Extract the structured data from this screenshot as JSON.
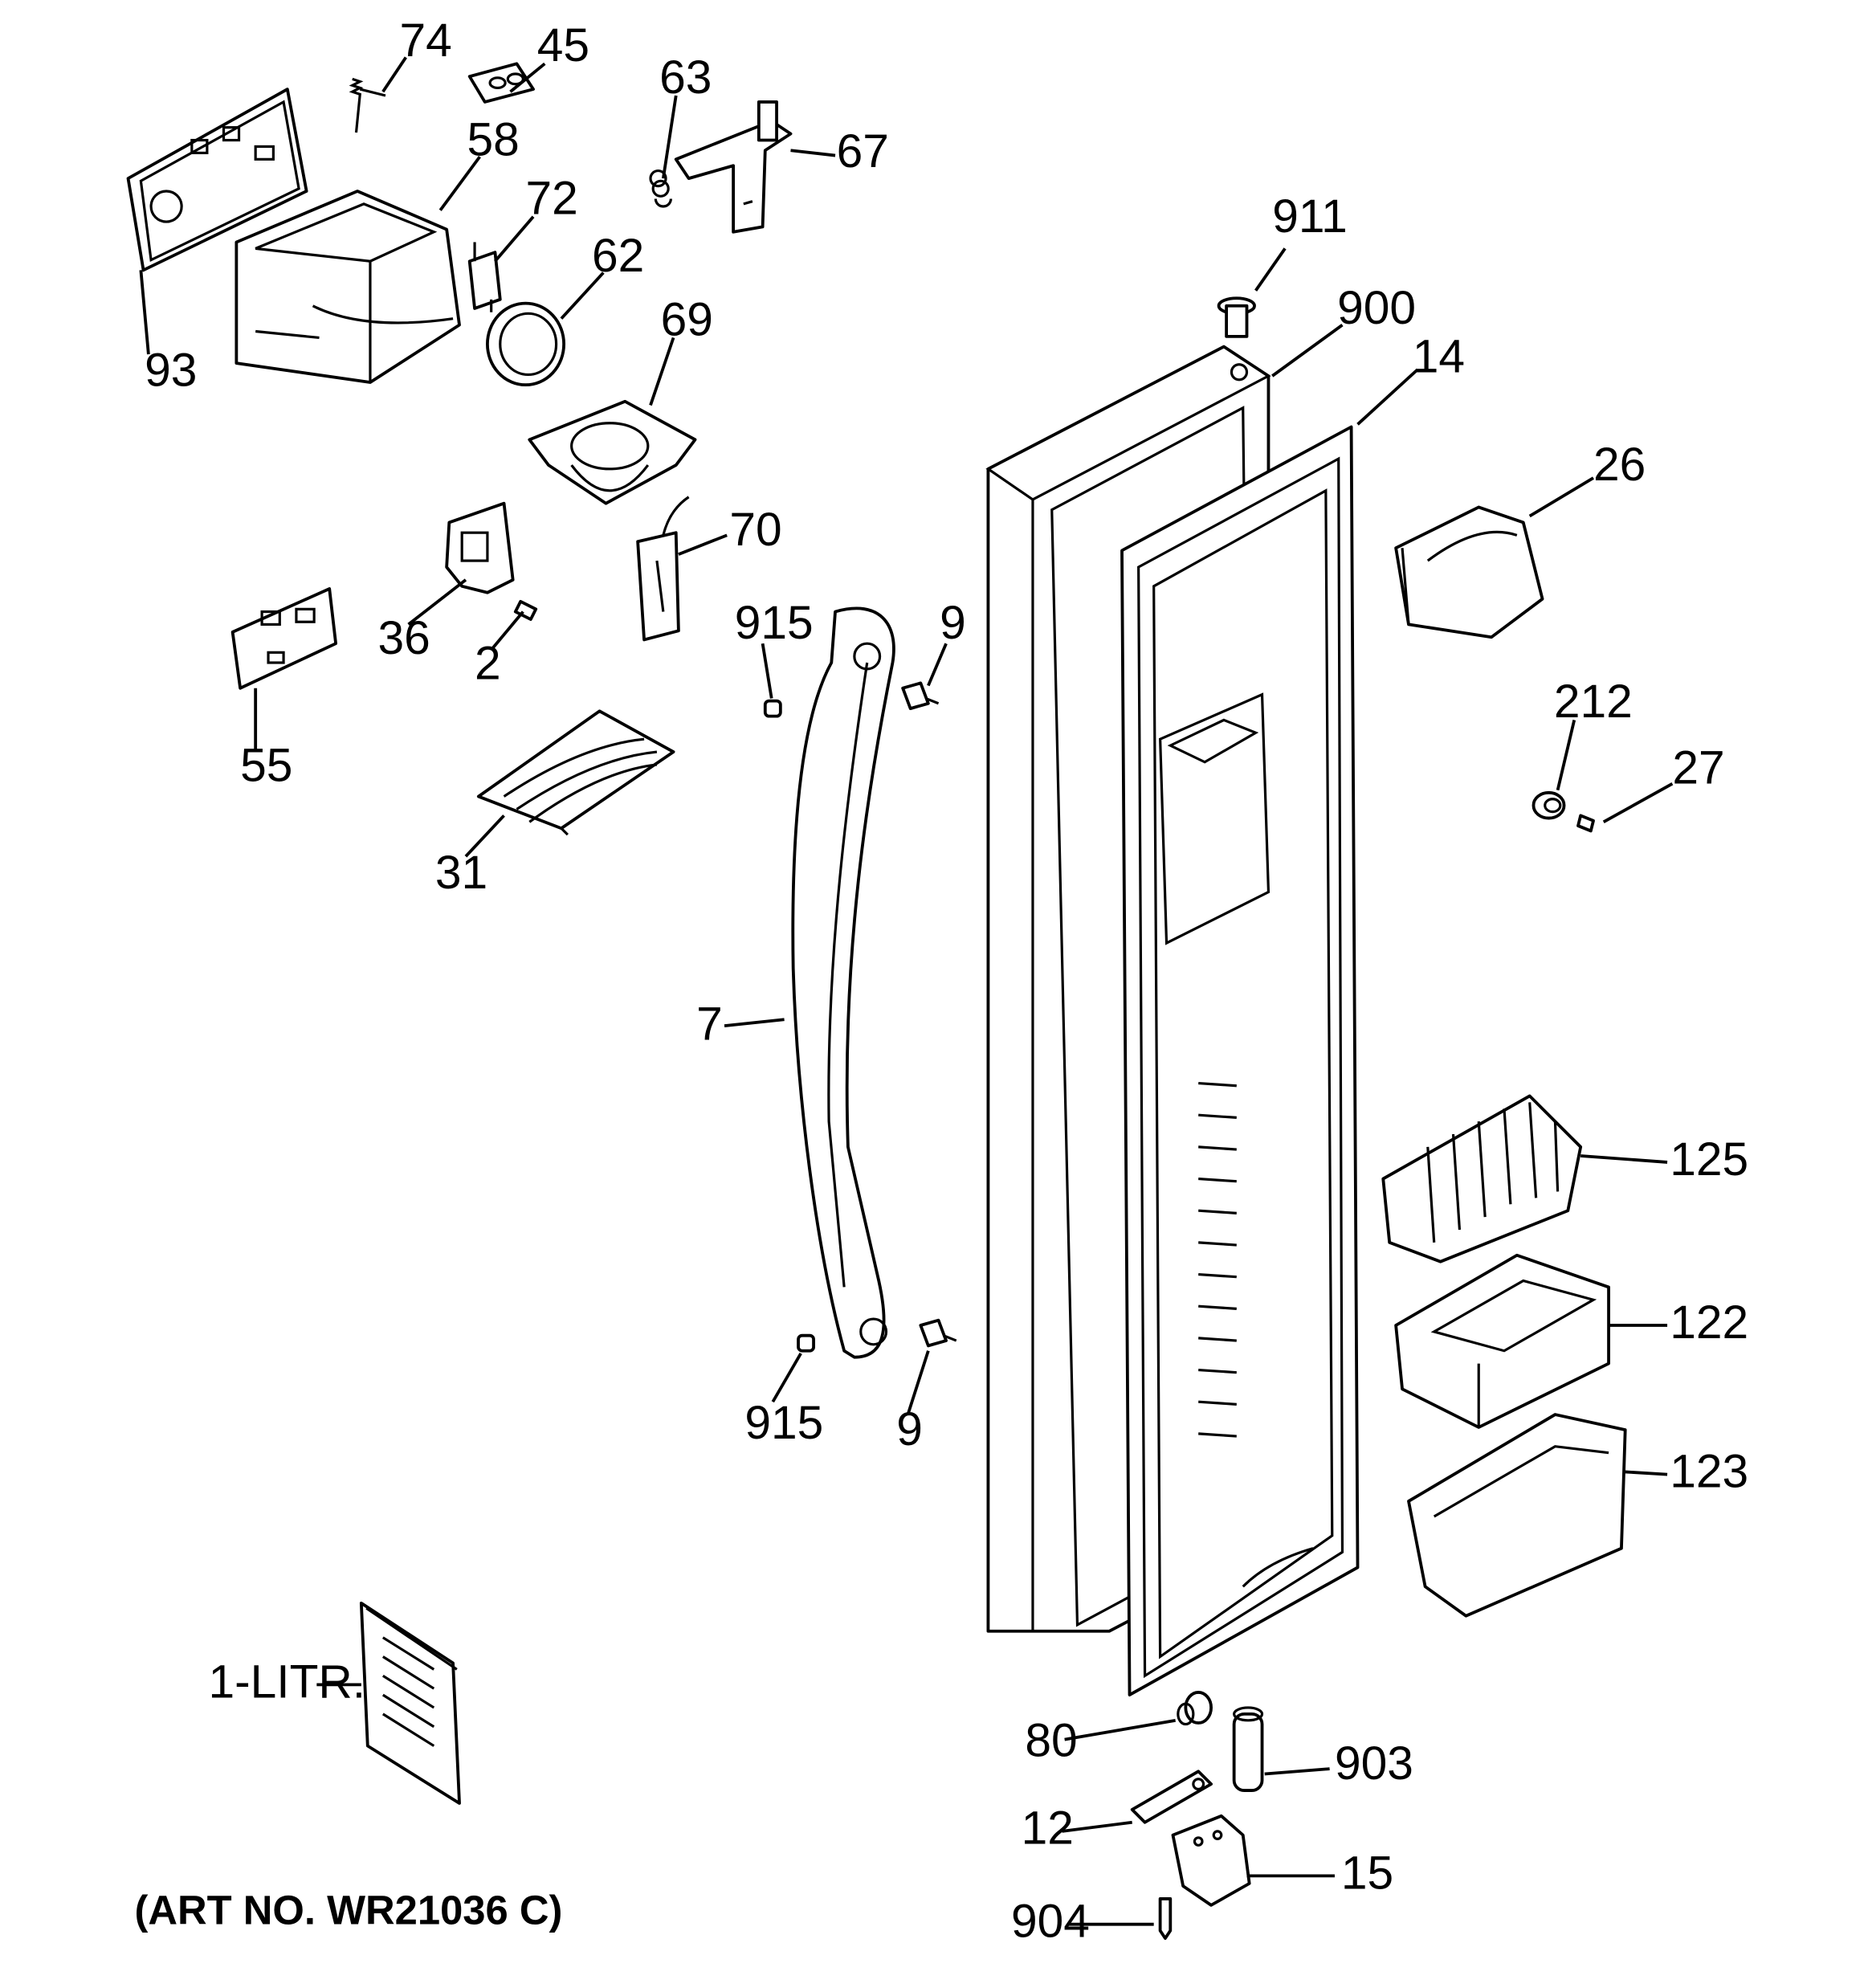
{
  "diagram": {
    "art_number": "(ART NO. WR21036 C)",
    "callouts": {
      "74": "74",
      "45": "45",
      "63": "63",
      "67": "67",
      "58": "58",
      "72": "72",
      "93": "93",
      "62": "62",
      "69": "69",
      "70": "70",
      "36": "36",
      "2": "2",
      "55": "55",
      "31": "31",
      "915a": "915",
      "9a": "9",
      "7": "7",
      "915b": "915",
      "9b": "9",
      "911": "911",
      "900": "900",
      "14": "14",
      "26": "26",
      "212": "212",
      "27": "27",
      "125": "125",
      "122": "122",
      "123": "123",
      "1litr": "1-LITR.",
      "80": "80",
      "903": "903",
      "12": "12",
      "15": "15",
      "904": "904"
    }
  }
}
